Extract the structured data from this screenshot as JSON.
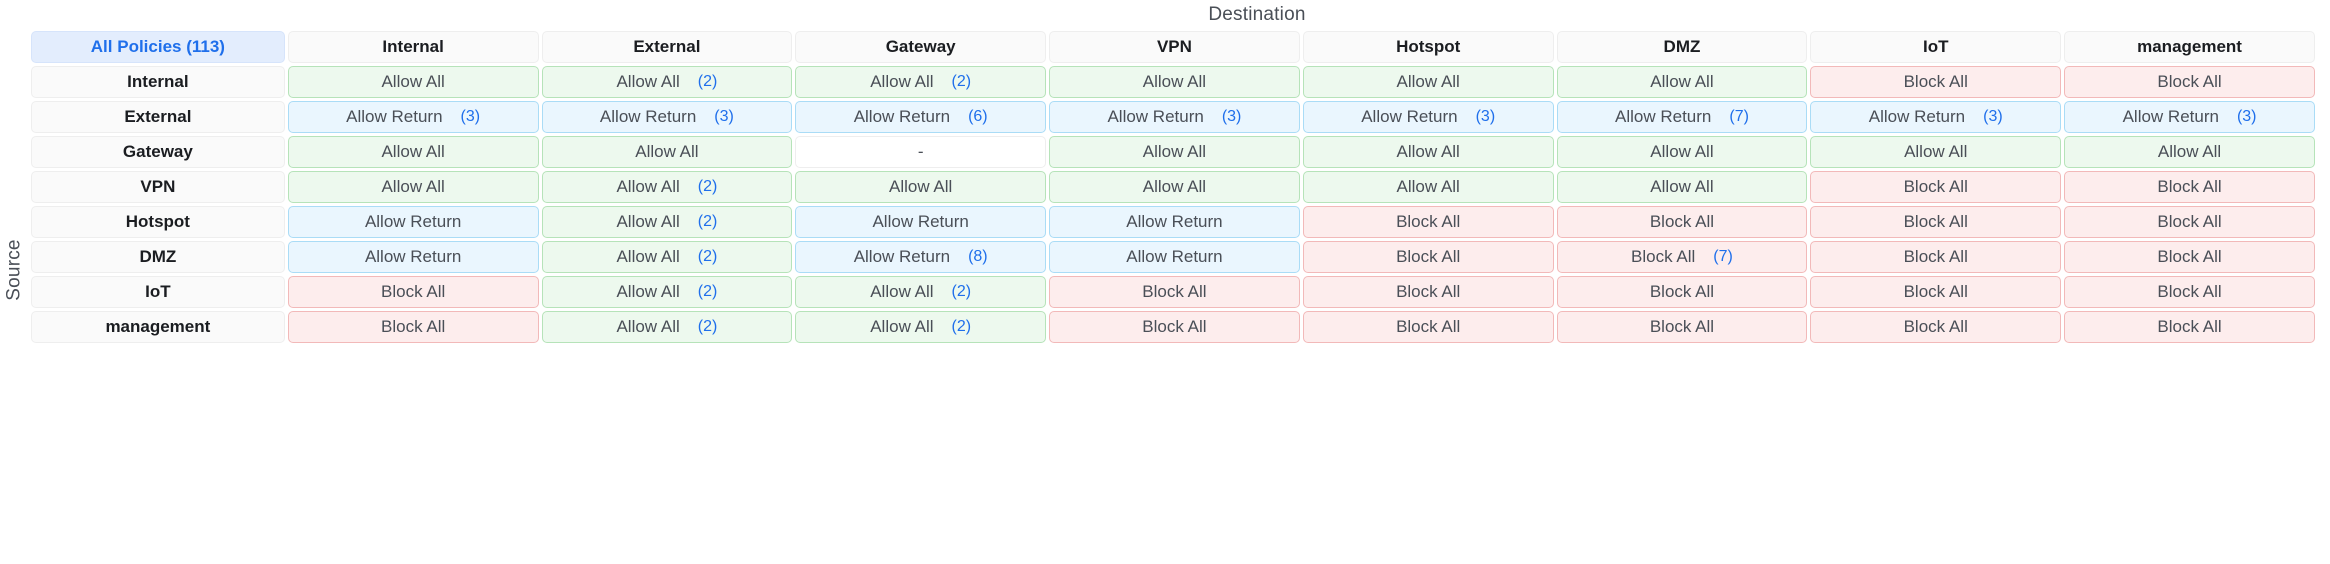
{
  "axes": {
    "destination_label": "Destination",
    "source_label": "Source"
  },
  "corner": {
    "label": "All Policies (113)",
    "total_policies": 113
  },
  "colors": {
    "accent": "#1f6feb",
    "allow_all_bg": "#edf9ee",
    "allow_all_border": "#b6e3b9",
    "allow_return_bg": "#eaf6fe",
    "allow_return_border": "#aadcf6",
    "block_all_bg": "#fdeded",
    "block_all_border": "#f2b9b9",
    "header_bg": "#fafafa",
    "corner_bg": "#e3edfd",
    "text": "#4a4f57"
  },
  "columns": [
    "Internal",
    "External",
    "Gateway",
    "VPN",
    "Hotspot",
    "DMZ",
    "IoT",
    "management"
  ],
  "rows": [
    "Internal",
    "External",
    "Gateway",
    "VPN",
    "Hotspot",
    "DMZ",
    "IoT",
    "management"
  ],
  "verdict_labels": {
    "allow_all": "Allow All",
    "allow_return": "Allow Return",
    "block_all": "Block All",
    "none": "-"
  },
  "matrix": [
    {
      "source": "Internal",
      "cells": [
        {
          "verdict": "Allow All",
          "kind": "allow-all",
          "count": null
        },
        {
          "verdict": "Allow All",
          "kind": "allow-all",
          "count": "(2)"
        },
        {
          "verdict": "Allow All",
          "kind": "allow-all",
          "count": "(2)"
        },
        {
          "verdict": "Allow All",
          "kind": "allow-all",
          "count": null
        },
        {
          "verdict": "Allow All",
          "kind": "allow-all",
          "count": null
        },
        {
          "verdict": "Allow All",
          "kind": "allow-all",
          "count": null
        },
        {
          "verdict": "Block All",
          "kind": "block-all",
          "count": null
        },
        {
          "verdict": "Block All",
          "kind": "block-all",
          "count": null
        }
      ]
    },
    {
      "source": "External",
      "cells": [
        {
          "verdict": "Allow Return",
          "kind": "allow-return",
          "count": "(3)"
        },
        {
          "verdict": "Allow Return",
          "kind": "allow-return",
          "count": "(3)"
        },
        {
          "verdict": "Allow Return",
          "kind": "allow-return",
          "count": "(6)"
        },
        {
          "verdict": "Allow Return",
          "kind": "allow-return",
          "count": "(3)"
        },
        {
          "verdict": "Allow Return",
          "kind": "allow-return",
          "count": "(3)"
        },
        {
          "verdict": "Allow Return",
          "kind": "allow-return",
          "count": "(7)"
        },
        {
          "verdict": "Allow Return",
          "kind": "allow-return",
          "count": "(3)"
        },
        {
          "verdict": "Allow Return",
          "kind": "allow-return",
          "count": "(3)"
        }
      ]
    },
    {
      "source": "Gateway",
      "cells": [
        {
          "verdict": "Allow All",
          "kind": "allow-all",
          "count": null
        },
        {
          "verdict": "Allow All",
          "kind": "allow-all",
          "count": null
        },
        {
          "verdict": "-",
          "kind": "empty",
          "count": null
        },
        {
          "verdict": "Allow All",
          "kind": "allow-all",
          "count": null
        },
        {
          "verdict": "Allow All",
          "kind": "allow-all",
          "count": null
        },
        {
          "verdict": "Allow All",
          "kind": "allow-all",
          "count": null
        },
        {
          "verdict": "Allow All",
          "kind": "allow-all",
          "count": null
        },
        {
          "verdict": "Allow All",
          "kind": "allow-all",
          "count": null
        }
      ]
    },
    {
      "source": "VPN",
      "cells": [
        {
          "verdict": "Allow All",
          "kind": "allow-all",
          "count": null
        },
        {
          "verdict": "Allow All",
          "kind": "allow-all",
          "count": "(2)"
        },
        {
          "verdict": "Allow All",
          "kind": "allow-all",
          "count": null
        },
        {
          "verdict": "Allow All",
          "kind": "allow-all",
          "count": null
        },
        {
          "verdict": "Allow All",
          "kind": "allow-all",
          "count": null
        },
        {
          "verdict": "Allow All",
          "kind": "allow-all",
          "count": null
        },
        {
          "verdict": "Block All",
          "kind": "block-all",
          "count": null
        },
        {
          "verdict": "Block All",
          "kind": "block-all",
          "count": null
        }
      ]
    },
    {
      "source": "Hotspot",
      "cells": [
        {
          "verdict": "Allow Return",
          "kind": "allow-return",
          "count": null
        },
        {
          "verdict": "Allow All",
          "kind": "allow-all",
          "count": "(2)"
        },
        {
          "verdict": "Allow Return",
          "kind": "allow-return",
          "count": null
        },
        {
          "verdict": "Allow Return",
          "kind": "allow-return",
          "count": null
        },
        {
          "verdict": "Block All",
          "kind": "block-all",
          "count": null
        },
        {
          "verdict": "Block All",
          "kind": "block-all",
          "count": null
        },
        {
          "verdict": "Block All",
          "kind": "block-all",
          "count": null
        },
        {
          "verdict": "Block All",
          "kind": "block-all",
          "count": null
        }
      ]
    },
    {
      "source": "DMZ",
      "cells": [
        {
          "verdict": "Allow Return",
          "kind": "allow-return",
          "count": null
        },
        {
          "verdict": "Allow All",
          "kind": "allow-all",
          "count": "(2)"
        },
        {
          "verdict": "Allow Return",
          "kind": "allow-return",
          "count": "(8)"
        },
        {
          "verdict": "Allow Return",
          "kind": "allow-return",
          "count": null
        },
        {
          "verdict": "Block All",
          "kind": "block-all",
          "count": null
        },
        {
          "verdict": "Block All",
          "kind": "block-all",
          "count": "(7)"
        },
        {
          "verdict": "Block All",
          "kind": "block-all",
          "count": null
        },
        {
          "verdict": "Block All",
          "kind": "block-all",
          "count": null
        }
      ]
    },
    {
      "source": "IoT",
      "cells": [
        {
          "verdict": "Block All",
          "kind": "block-all",
          "count": null
        },
        {
          "verdict": "Allow All",
          "kind": "allow-all",
          "count": "(2)"
        },
        {
          "verdict": "Allow All",
          "kind": "allow-all",
          "count": "(2)"
        },
        {
          "verdict": "Block All",
          "kind": "block-all",
          "count": null
        },
        {
          "verdict": "Block All",
          "kind": "block-all",
          "count": null
        },
        {
          "verdict": "Block All",
          "kind": "block-all",
          "count": null
        },
        {
          "verdict": "Block All",
          "kind": "block-all",
          "count": null
        },
        {
          "verdict": "Block All",
          "kind": "block-all",
          "count": null
        }
      ]
    },
    {
      "source": "management",
      "cells": [
        {
          "verdict": "Block All",
          "kind": "block-all",
          "count": null
        },
        {
          "verdict": "Allow All",
          "kind": "allow-all",
          "count": "(2)"
        },
        {
          "verdict": "Allow All",
          "kind": "allow-all",
          "count": "(2)"
        },
        {
          "verdict": "Block All",
          "kind": "block-all",
          "count": null
        },
        {
          "verdict": "Block All",
          "kind": "block-all",
          "count": null
        },
        {
          "verdict": "Block All",
          "kind": "block-all",
          "count": null
        },
        {
          "verdict": "Block All",
          "kind": "block-all",
          "count": null
        },
        {
          "verdict": "Block All",
          "kind": "block-all",
          "count": null
        }
      ]
    }
  ]
}
